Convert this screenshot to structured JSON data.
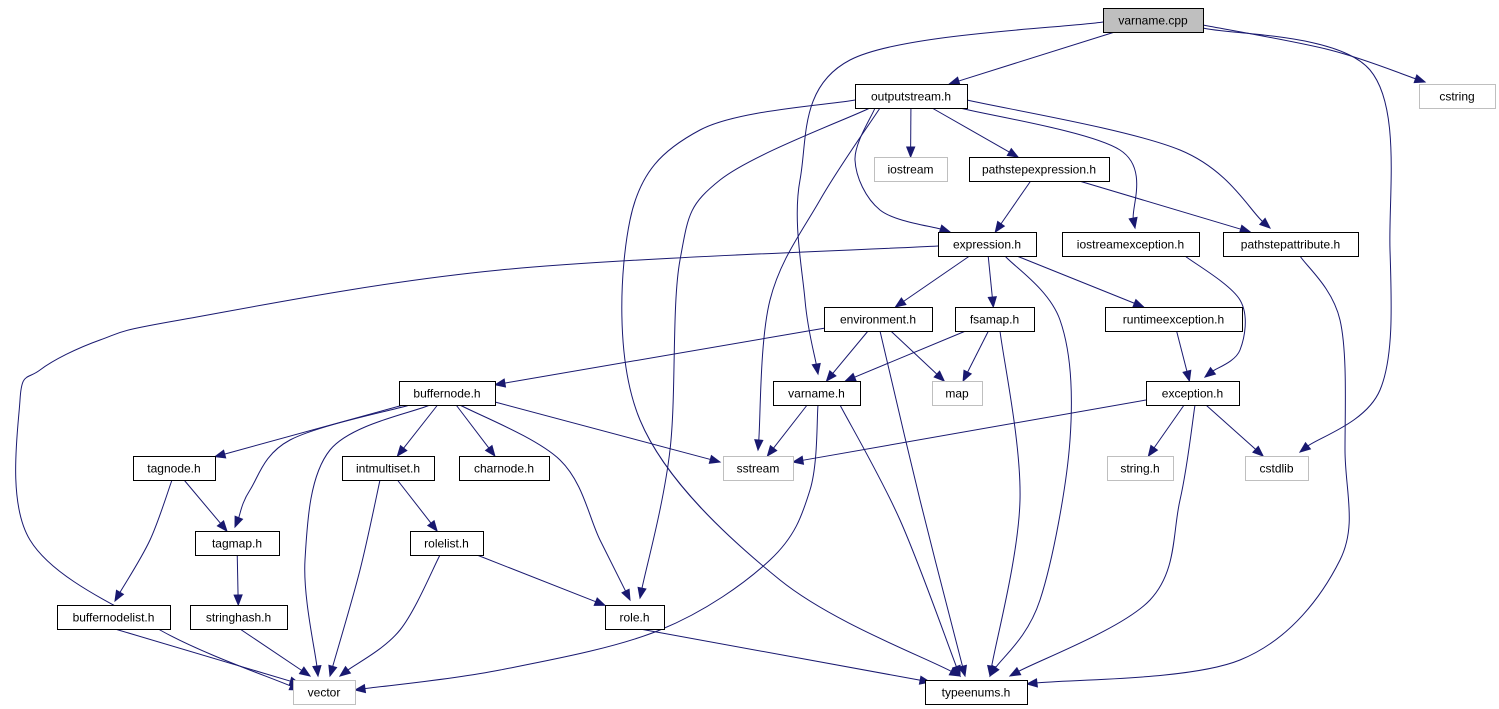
{
  "colors": {
    "edge": "#191970",
    "root_fill": "#bfbfbf",
    "node_fill": "#ffffff",
    "node_border": "#000000",
    "external_border": "#bfbfbf",
    "external_text": "#000000"
  },
  "nodes": [
    {
      "id": "varname_cpp",
      "label": "varname.cpp",
      "kind": "root"
    },
    {
      "id": "outputstream_h",
      "label": "outputstream.h",
      "kind": "normal"
    },
    {
      "id": "cstring",
      "label": "cstring",
      "kind": "external"
    },
    {
      "id": "iostream",
      "label": "iostream",
      "kind": "external"
    },
    {
      "id": "pathstepexpression_h",
      "label": "pathstepexpression.h",
      "kind": "normal"
    },
    {
      "id": "expression_h",
      "label": "expression.h",
      "kind": "normal"
    },
    {
      "id": "iostreamexception_h",
      "label": "iostreamexception.h",
      "kind": "normal"
    },
    {
      "id": "pathstepattribute_h",
      "label": "pathstepattribute.h",
      "kind": "normal"
    },
    {
      "id": "environment_h",
      "label": "environment.h",
      "kind": "normal"
    },
    {
      "id": "fsamap_h",
      "label": "fsamap.h",
      "kind": "normal"
    },
    {
      "id": "runtimeexception_h",
      "label": "runtimeexception.h",
      "kind": "normal"
    },
    {
      "id": "buffernode_h",
      "label": "buffernode.h",
      "kind": "normal"
    },
    {
      "id": "varname_h",
      "label": "varname.h",
      "kind": "normal"
    },
    {
      "id": "map",
      "label": "map",
      "kind": "external"
    },
    {
      "id": "exception_h",
      "label": "exception.h",
      "kind": "normal"
    },
    {
      "id": "tagnode_h",
      "label": "tagnode.h",
      "kind": "normal"
    },
    {
      "id": "intmultiset_h",
      "label": "intmultiset.h",
      "kind": "normal"
    },
    {
      "id": "charnode_h",
      "label": "charnode.h",
      "kind": "normal"
    },
    {
      "id": "sstream",
      "label": "sstream",
      "kind": "external"
    },
    {
      "id": "string_h",
      "label": "string.h",
      "kind": "external"
    },
    {
      "id": "cstdlib",
      "label": "cstdlib",
      "kind": "external"
    },
    {
      "id": "tagmap_h",
      "label": "tagmap.h",
      "kind": "normal"
    },
    {
      "id": "rolelist_h",
      "label": "rolelist.h",
      "kind": "normal"
    },
    {
      "id": "buffernodelist_h",
      "label": "buffernodelist.h",
      "kind": "normal"
    },
    {
      "id": "stringhash_h",
      "label": "stringhash.h",
      "kind": "normal"
    },
    {
      "id": "role_h",
      "label": "role.h",
      "kind": "normal"
    },
    {
      "id": "vector",
      "label": "vector",
      "kind": "external"
    },
    {
      "id": "typeenums_h",
      "label": "typeenums.h",
      "kind": "normal"
    }
  ],
  "edges": [
    {
      "from": "varname_cpp",
      "to": "outputstream_h"
    },
    {
      "from": "varname_cpp",
      "to": "varname_h"
    },
    {
      "from": "varname_cpp",
      "to": "cstring"
    },
    {
      "from": "varname_cpp",
      "to": "cstdlib"
    },
    {
      "from": "outputstream_h",
      "to": "iostream"
    },
    {
      "from": "outputstream_h",
      "to": "pathstepexpression_h"
    },
    {
      "from": "outputstream_h",
      "to": "expression_h"
    },
    {
      "from": "outputstream_h",
      "to": "iostreamexception_h"
    },
    {
      "from": "outputstream_h",
      "to": "pathstepattribute_h"
    },
    {
      "from": "outputstream_h",
      "to": "sstream"
    },
    {
      "from": "outputstream_h",
      "to": "role_h"
    },
    {
      "from": "outputstream_h",
      "to": "typeenums_h"
    },
    {
      "from": "pathstepexpression_h",
      "to": "expression_h"
    },
    {
      "from": "pathstepexpression_h",
      "to": "pathstepattribute_h"
    },
    {
      "from": "expression_h",
      "to": "environment_h"
    },
    {
      "from": "expression_h",
      "to": "fsamap_h"
    },
    {
      "from": "expression_h",
      "to": "runtimeexception_h"
    },
    {
      "from": "expression_h",
      "to": "typeenums_h"
    },
    {
      "from": "expression_h",
      "to": "vector"
    },
    {
      "from": "iostreamexception_h",
      "to": "exception_h"
    },
    {
      "from": "pathstepattribute_h",
      "to": "typeenums_h"
    },
    {
      "from": "environment_h",
      "to": "buffernode_h"
    },
    {
      "from": "environment_h",
      "to": "varname_h"
    },
    {
      "from": "environment_h",
      "to": "map"
    },
    {
      "from": "environment_h",
      "to": "typeenums_h"
    },
    {
      "from": "fsamap_h",
      "to": "varname_h"
    },
    {
      "from": "fsamap_h",
      "to": "map"
    },
    {
      "from": "fsamap_h",
      "to": "typeenums_h"
    },
    {
      "from": "runtimeexception_h",
      "to": "exception_h"
    },
    {
      "from": "buffernode_h",
      "to": "tagnode_h"
    },
    {
      "from": "buffernode_h",
      "to": "tagmap_h"
    },
    {
      "from": "buffernode_h",
      "to": "intmultiset_h"
    },
    {
      "from": "buffernode_h",
      "to": "charnode_h"
    },
    {
      "from": "buffernode_h",
      "to": "sstream"
    },
    {
      "from": "buffernode_h",
      "to": "role_h"
    },
    {
      "from": "buffernode_h",
      "to": "vector"
    },
    {
      "from": "varname_h",
      "to": "sstream"
    },
    {
      "from": "varname_h",
      "to": "vector"
    },
    {
      "from": "varname_h",
      "to": "typeenums_h"
    },
    {
      "from": "exception_h",
      "to": "sstream"
    },
    {
      "from": "exception_h",
      "to": "string_h"
    },
    {
      "from": "exception_h",
      "to": "cstdlib"
    },
    {
      "from": "exception_h",
      "to": "typeenums_h"
    },
    {
      "from": "tagnode_h",
      "to": "tagmap_h"
    },
    {
      "from": "tagnode_h",
      "to": "buffernodelist_h"
    },
    {
      "from": "intmultiset_h",
      "to": "rolelist_h"
    },
    {
      "from": "intmultiset_h",
      "to": "vector"
    },
    {
      "from": "tagmap_h",
      "to": "stringhash_h"
    },
    {
      "from": "rolelist_h",
      "to": "role_h"
    },
    {
      "from": "rolelist_h",
      "to": "vector"
    },
    {
      "from": "buffernodelist_h",
      "to": "vector"
    },
    {
      "from": "stringhash_h",
      "to": "vector"
    },
    {
      "from": "role_h",
      "to": "typeenums_h"
    }
  ]
}
